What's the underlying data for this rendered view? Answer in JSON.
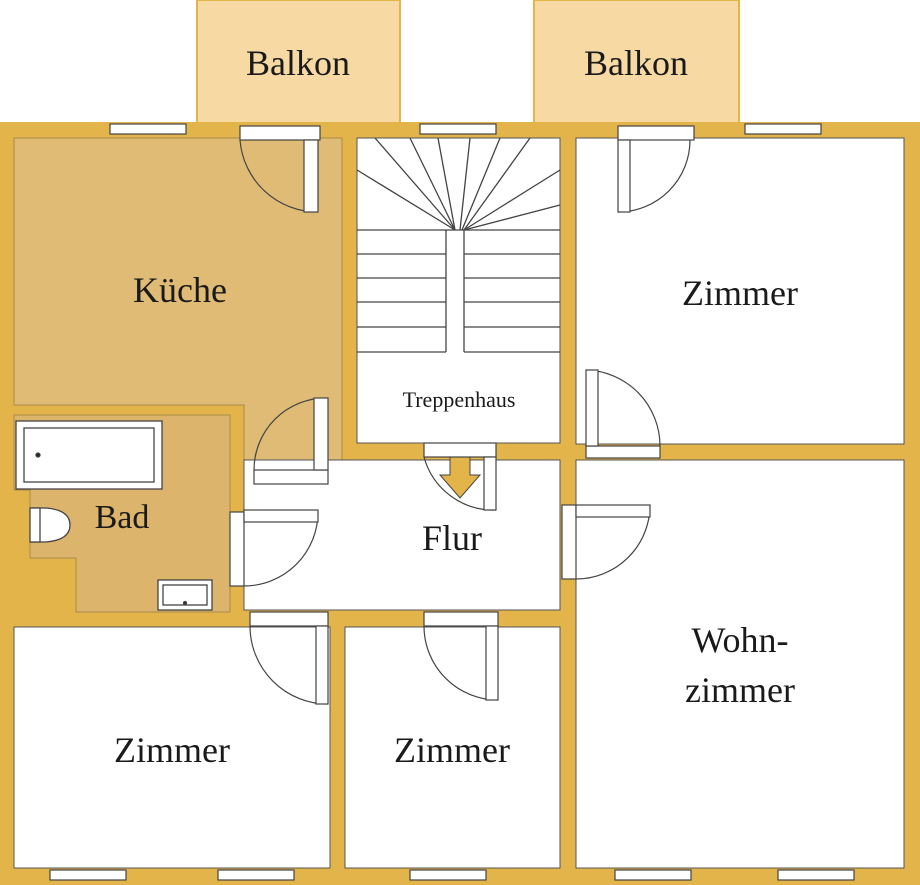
{
  "plan": {
    "colors": {
      "wall": "#e2b44a",
      "balcony": "#f7d9a3",
      "kitchen": "#dfbb76",
      "bath": "#dcb46b",
      "room": "#ffffff",
      "line": "#333333"
    },
    "labels": {
      "balkon_left": "Balkon",
      "balkon_right": "Balkon",
      "kueche": "Küche",
      "treppenhaus": "Treppenhaus",
      "zimmer_top_right": "Zimmer",
      "bad": "Bad",
      "flur": "Flur",
      "wohnzimmer_line1": "Wohn-",
      "wohnzimmer_line2": "zimmer",
      "zimmer_bottom_left": "Zimmer",
      "zimmer_bottom_middle": "Zimmer"
    }
  }
}
